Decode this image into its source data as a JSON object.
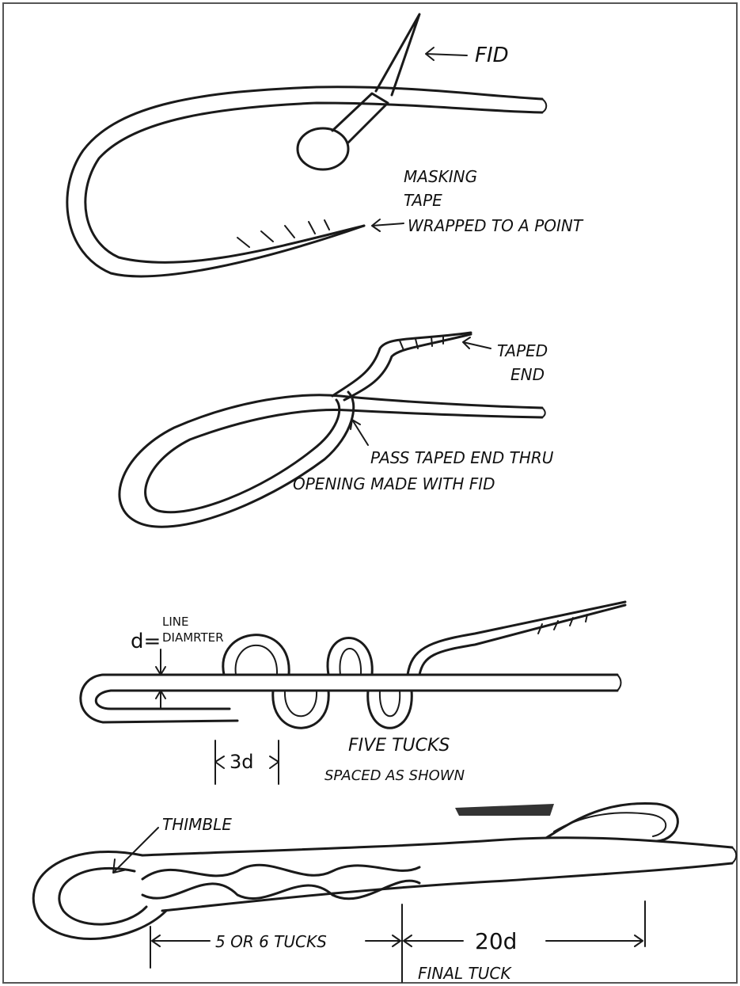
{
  "figure1": {
    "label_fid": "FID",
    "label_masking1": "MASKING",
    "label_masking2": "TAPE",
    "label_masking3": "WRAPPED TO A POINT"
  },
  "figure2": {
    "label_taped1": "TAPED",
    "label_taped2": "END",
    "caption1": "PASS TAPED END THRU",
    "caption2": "OPENING MADE WITH FID"
  },
  "figure3": {
    "d_label": "d=",
    "d_label_line": "LINE",
    "d_label_diam": "DIAMRTER",
    "spacing_label": "3d",
    "caption1": "FIVE TUCKS",
    "caption2": "SPACED AS SHOWN"
  },
  "figure4": {
    "thimble_label": "THIMBLE",
    "tucks_label": "5 OR 6 TUCKS",
    "length_label": "20d",
    "final_label": "FINAL TUCK"
  }
}
